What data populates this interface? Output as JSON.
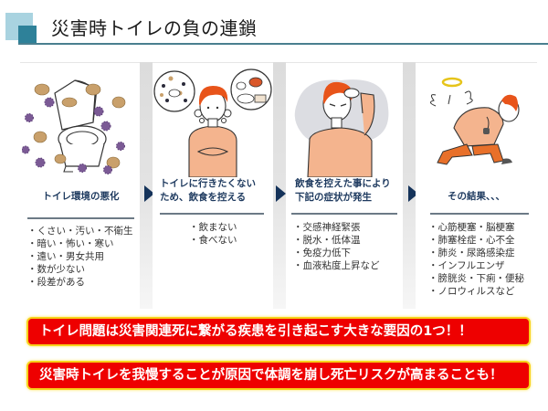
{
  "title": "災害時トイレの負の連鎖",
  "colors": {
    "title_accent_light": "#a9d3e0",
    "title_accent_dark": "#2e8199",
    "heading_navy": "#1e3a5f",
    "arrow_navy": "#15335a",
    "banner_red": "#ee0000",
    "banner_border_yellow": "#f7d21b",
    "hair_orange": "#e8541a",
    "skin_peach": "#f4b48e",
    "virus_purple": "#7b5a95",
    "dirt_tan": "#c9a06b"
  },
  "panels": [
    {
      "illustration": "dirty-toilet-with-germs",
      "heading": [
        "トイレ環境の悪化"
      ],
      "items": [
        "・くさい・汚い・不衛生",
        "・暗い・怖い・寒い",
        "・遠い・男女共用",
        "・数が少ない",
        "・段差がある"
      ]
    },
    {
      "illustration": "person-avoiding-food-and-toilet",
      "heading": [
        "トイレに行きたくない",
        "ため、飲食を控える"
      ],
      "items": [
        "・飲まない",
        "・食べない"
      ]
    },
    {
      "illustration": "person-feeling-unwell",
      "heading": [
        "飲食を控えた事により",
        "下記の症状が発生"
      ],
      "items": [
        "・交感神経緊張",
        "・脱水・低体温",
        "・免疫力低下",
        "・血液粘度上昇など"
      ]
    },
    {
      "illustration": "person-collapsing-with-halo",
      "heading": [
        "その結果、、、"
      ],
      "items": [
        "・心筋梗塞・脳梗塞",
        "・肺塞栓症・心不全",
        "・肺炎・尿路感染症",
        "・インフルエンザ",
        "・膀胱炎・下痢・便秘",
        "・ノロウィルスなど"
      ]
    }
  ],
  "banners": [
    "トイレ問題は災害関連死に繋がる疾患を引き起こす大きな要因の1つ！！",
    "災害時トイレを我慢することが原因で体調を崩し死亡リスクが高まることも！"
  ]
}
